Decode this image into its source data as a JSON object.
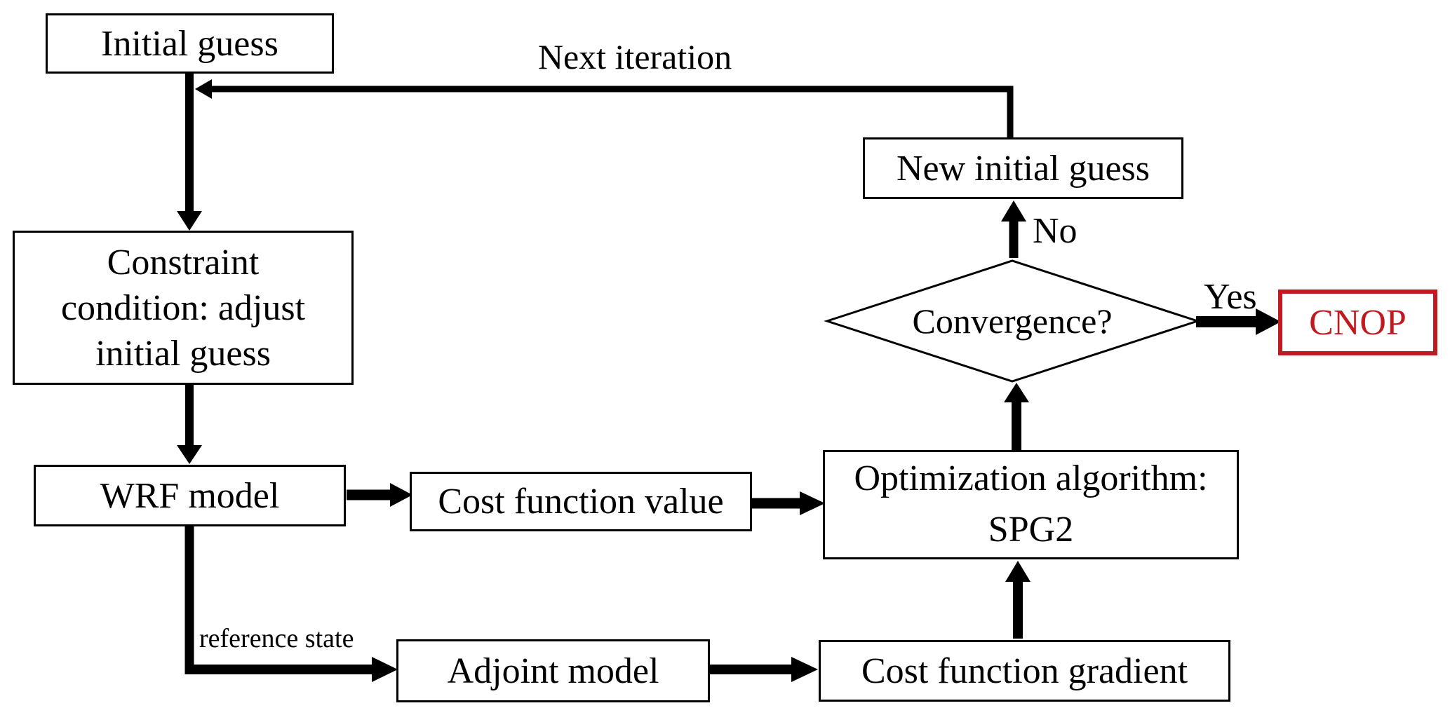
{
  "colors": {
    "background": "#ffffff",
    "line_color": "#000000",
    "accent_red": "#c01a20"
  },
  "nodes": {
    "initial_guess": {
      "label": "Initial guess"
    },
    "constraint": {
      "label": "Constraint\ncondition: adjust\ninitial guess"
    },
    "wrf_model": {
      "label": "WRF model"
    },
    "cost_function_value": {
      "label": "Cost function value"
    },
    "optimization_algorithm": {
      "label": "Optimization algorithm:\nSPG2"
    },
    "new_initial_guess": {
      "label": "New initial guess"
    },
    "convergence": {
      "label": "Convergence?"
    },
    "cnop": {
      "label": "CNOP"
    },
    "adjoint_model": {
      "label": "Adjoint model"
    },
    "cost_function_gradient": {
      "label": "Cost function gradient"
    }
  },
  "edge_labels": {
    "next_iteration": "Next iteration",
    "no": "No",
    "yes": "Yes",
    "reference_state": "reference state"
  }
}
